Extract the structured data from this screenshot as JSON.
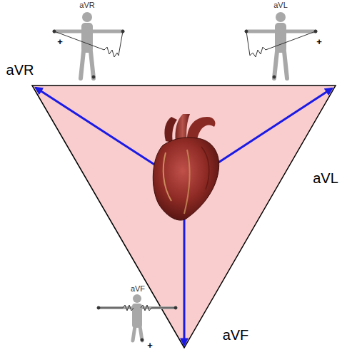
{
  "diagram": {
    "labels": [
      "aVR",
      "+",
      "aVL",
      "+",
      "aVR",
      "aVL",
      "aVF",
      "+",
      "aVF"
    ]
  }
}
